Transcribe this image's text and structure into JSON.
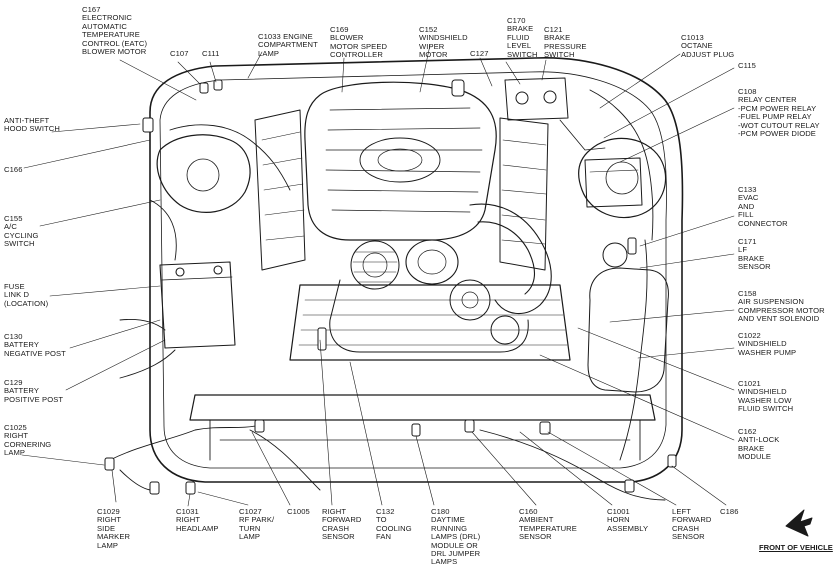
{
  "labels": [
    {
      "id": "c167",
      "text": "C167\nELECTRONIC\nAUTOMATIC\nTEMPERATURE\nCONTROL (EATC)\nBLOWER MOTOR"
    },
    {
      "id": "c107",
      "text": "C107"
    },
    {
      "id": "c111",
      "text": "C111"
    },
    {
      "id": "c1033",
      "text": "C1033 ENGINE\nCOMPARTMENT\nLAMP"
    },
    {
      "id": "c169",
      "text": "C169\nBLOWER\nMOTOR SPEED\nCONTROLLER"
    },
    {
      "id": "c152",
      "text": "C152\nWINDSHIELD\nWIPER\nMOTOR"
    },
    {
      "id": "c127",
      "text": "C127"
    },
    {
      "id": "c170",
      "text": "C170\nBRAKE\nFLUID\nLEVEL\nSWITCH"
    },
    {
      "id": "c121",
      "text": "C121\nBRAKE\nPRESSURE\nSWITCH"
    },
    {
      "id": "c1013",
      "text": "C1013\nOCTANE\nADJUST PLUG"
    },
    {
      "id": "c115",
      "text": "C115"
    },
    {
      "id": "c108",
      "text": "C108\nRELAY CENTER\n-PCM POWER RELAY\n-FUEL PUMP RELAY\n-WOT CUTOUT RELAY\n-PCM POWER DIODE"
    },
    {
      "id": "anti-theft",
      "text": "ANTI-THEFT\nHOOD SWITCH"
    },
    {
      "id": "c166",
      "text": "C166"
    },
    {
      "id": "c155",
      "text": "C155\nA/C\nCYCLING\nSWITCH"
    },
    {
      "id": "fuse-link",
      "text": "FUSE\nLINK D\n(LOCATION)"
    },
    {
      "id": "c130",
      "text": "C130\nBATTERY\nNEGATIVE POST"
    },
    {
      "id": "c129",
      "text": "C129\nBATTERY\nPOSITIVE POST"
    },
    {
      "id": "c1025",
      "text": "C1025\nRIGHT\nCORNERING\nLAMP"
    },
    {
      "id": "c133",
      "text": "C133\nEVAC\nAND\nFILL\nCONNECTOR"
    },
    {
      "id": "c171",
      "text": "C171\nLF\nBRAKE\nSENSOR"
    },
    {
      "id": "c158",
      "text": "C158\nAIR SUSPENSION\nCOMPRESSOR MOTOR\nAND VENT SOLENOID"
    },
    {
      "id": "c1022",
      "text": "C1022\nWINDSHIELD\nWASHER PUMP"
    },
    {
      "id": "c1021",
      "text": "C1021\nWINDSHIELD\nWASHER LOW\nFLUID SWITCH"
    },
    {
      "id": "c162",
      "text": "C162\nANTI-LOCK\nBRAKE\nMODULE"
    },
    {
      "id": "c1029",
      "text": "C1029\nRIGHT\nSIDE\nMARKER\nLAMP"
    },
    {
      "id": "c1031",
      "text": "C1031\nRIGHT\nHEADLAMP"
    },
    {
      "id": "c1027",
      "text": "C1027\nRF PARK/\nTURN\nLAMP"
    },
    {
      "id": "c1005",
      "text": "C1005"
    },
    {
      "id": "right-crash",
      "text": "RIGHT\nFORWARD\nCRASH\nSENSOR"
    },
    {
      "id": "c132",
      "text": "C132\nTO\nCOOLING\nFAN"
    },
    {
      "id": "c180",
      "text": "C180\nDAYTIME\nRUNNING\nLAMPS (DRL)\nMODULE OR\nDRL JUMPER\nLAMPS"
    },
    {
      "id": "c160",
      "text": "C160\nAMBIENT\nTEMPERATURE\nSENSOR"
    },
    {
      "id": "c1001",
      "text": "C1001\nHORN\nASSEMBLY"
    },
    {
      "id": "left-crash",
      "text": "LEFT\nFORWARD\nCRASH\nSENSOR"
    },
    {
      "id": "c186",
      "text": "C186"
    }
  ],
  "front_label": "FRONT OF VEHICLE",
  "colors": {
    "ink": "#1a1a1a",
    "paper": "#ffffff"
  }
}
